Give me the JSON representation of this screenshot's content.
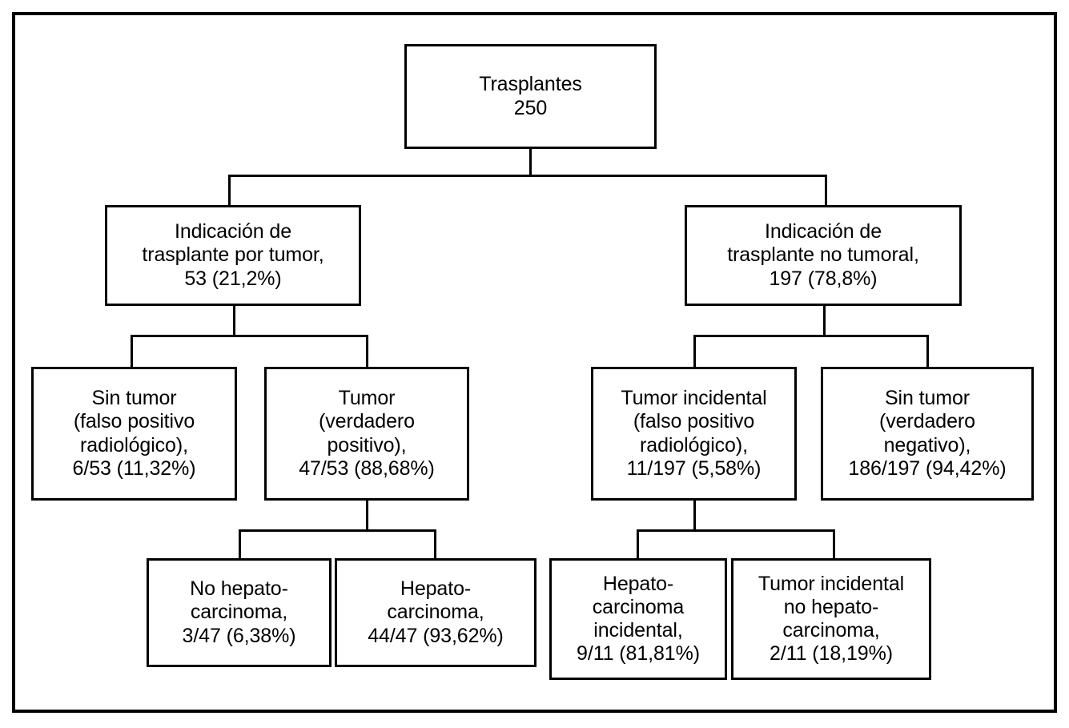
{
  "figure": {
    "type": "flowchart",
    "language": "es",
    "border_color": "#000000",
    "background_color": "#ffffff",
    "text_color": "#000000"
  },
  "nodes": {
    "root": {
      "id": "trasplantes",
      "label": "Trasplantes\n250",
      "title": "Trasplantes",
      "count": "250"
    },
    "level2": [
      {
        "id": "indicacion-tumor",
        "label": "Indicación de\ntrasplante por tumor,\n53 (21,2%)",
        "title": "Indicación de trasplante por tumor",
        "count": "53",
        "percent": "21,2%"
      },
      {
        "id": "indicacion-no-tumoral",
        "label": "Indicación de\ntrasplante no tumoral,\n197 (78,8%)",
        "title": "Indicación de trasplante no tumoral",
        "count": "197",
        "percent": "78,8%"
      }
    ],
    "level3": [
      {
        "id": "sin-tumor-falso-positivo",
        "label": "Sin tumor\n(falso positivo\nradiológico),\n6/53 (11,32%)",
        "title": "Sin tumor (falso positivo radiológico)",
        "count": "6/53",
        "percent": "11,32%"
      },
      {
        "id": "tumor-verdadero-positivo",
        "label": "Tumor\n(verdadero\npositivo),\n47/53 (88,68%)",
        "title": "Tumor (verdadero positivo)",
        "count": "47/53",
        "percent": "88,68%"
      },
      {
        "id": "tumor-incidental-falso-positivo",
        "label": "Tumor incidental\n(falso positivo\nradiológico),\n11/197 (5,58%)",
        "title": "Tumor incidental (falso positivo radiológico)",
        "count": "11/197",
        "percent": "5,58%"
      },
      {
        "id": "sin-tumor-verdadero-negativo",
        "label": "Sin tumor\n(verdadero\nnegativo),\n186/197 (94,42%)",
        "title": "Sin tumor (verdadero negativo)",
        "count": "186/197",
        "percent": "94,42%"
      }
    ],
    "level4": [
      {
        "id": "no-hepatocarcinoma",
        "label": "No hepato-\ncarcinoma,\n3/47 (6,38%)",
        "title": "No hepatocarcinoma",
        "count": "3/47",
        "percent": "6,38%"
      },
      {
        "id": "hepatocarcinoma",
        "label": "Hepato-\ncarcinoma,\n44/47 (93,62%)",
        "title": "Hepatocarcinoma",
        "count": "44/47",
        "percent": "93,62%"
      },
      {
        "id": "hepatocarcinoma-incidental",
        "label": "Hepato-\ncarcinoma\nincidental,\n9/11 (81,81%)",
        "title": "Hepatocarcinoma incidental",
        "count": "9/11",
        "percent": "81,81%"
      },
      {
        "id": "tumor-incidental-no-hepatocarcinoma",
        "label": "Tumor incidental\nno hepato-\ncarcinoma,\n2/11 (18,19%)",
        "title": "Tumor incidental no hepatocarcinoma",
        "count": "2/11",
        "percent": "18,19%"
      }
    ]
  }
}
